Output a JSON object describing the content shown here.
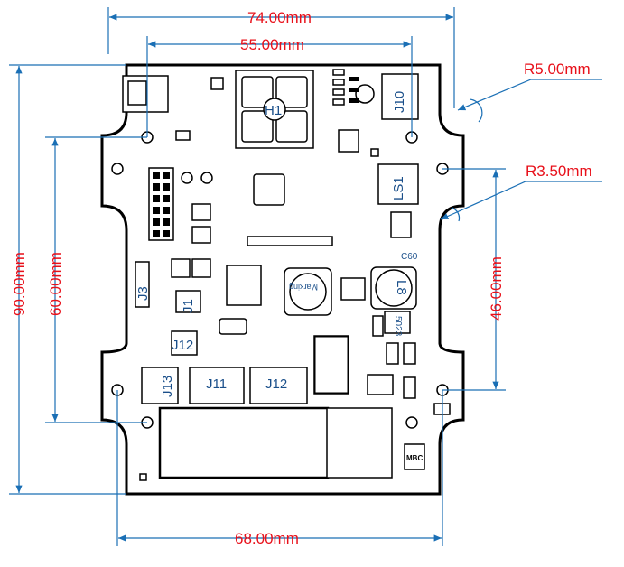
{
  "dimensions": {
    "overall_width": "74.00mm",
    "hole_span_top": "55.00mm",
    "overall_height": "90.00mm",
    "hole_span_left": "60.00mm",
    "hole_span_right": "46.00mm",
    "hole_span_bottom": "68.00mm",
    "corner_radius": "R5.00mm",
    "notch_radius": "R3.50mm"
  },
  "designators": {
    "h1": "H1",
    "j10": "J10",
    "ls1": "LS1",
    "j3": "J3",
    "j1": "J1",
    "j12_ic": "J12",
    "j13": "J13",
    "j11": "J11",
    "j12": "J12",
    "l8": "L8",
    "marking": "Marking",
    "c60": "C60",
    "s023": "5023",
    "mbc": "MBC"
  },
  "colors": {
    "dimension_text": "#e8101a",
    "dimension_line": "#1a6fb5",
    "outline": "#000000"
  }
}
